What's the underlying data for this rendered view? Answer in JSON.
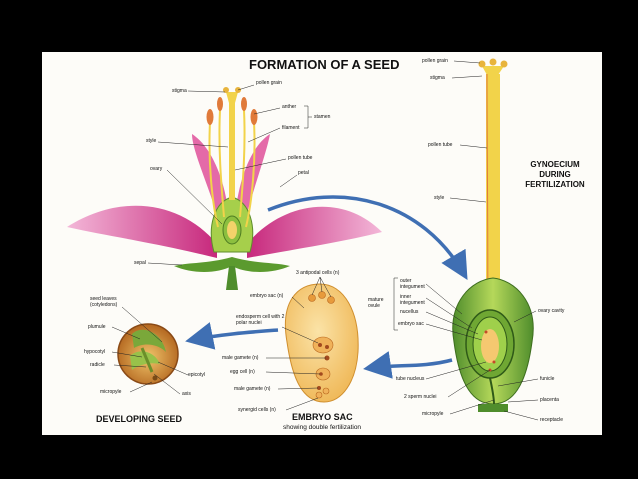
{
  "title": "FORMATION OF A SEED",
  "flower_labels": {
    "pollen_grain": "pollen grain",
    "stigma": "stigma",
    "anther": "anther",
    "filament": "filament",
    "stamen": "stamen",
    "style": "style",
    "pollen_tube": "pollen tube",
    "ovary": "ovary",
    "petal": "petal",
    "sepal": "sepal"
  },
  "gynoecium": {
    "heading_lines": [
      "GYNOECIUM",
      "DURING",
      "FERTILIZATION"
    ],
    "labels": {
      "pollen_grain": "pollen grain",
      "stigma": "stigma",
      "pollen_tube": "pollen tube",
      "style": "style",
      "outer_integument": "outer integument",
      "inner_integument": "inner integument",
      "mature_ovule": "mature ovule",
      "nucellus": "nucellus",
      "embryo_sac": "embryo sac",
      "ovary_cavity": "ovary cavity",
      "tube_nucleus": "tube nucleus",
      "sperm_nuclei": "2 sperm nuclei",
      "micropyle": "micropyle",
      "funicle": "funicle",
      "placenta": "placenta",
      "receptacle": "receptacle"
    }
  },
  "embryo_sac": {
    "heading": "EMBRYO SAC",
    "subheading": "showing double fertilization",
    "labels": {
      "antipodal": "3 antipodal cells (n)",
      "embryo_sac_n": "embryo sac (n)",
      "endosperm": "endosperm cell with 2 polar nuclei",
      "male_gamete_1": "male gamete (n)",
      "egg_cell": "egg cell (n)",
      "male_gamete_2": "male gamete (n)",
      "synergid": "synergid cells (n)"
    }
  },
  "developing_seed": {
    "heading": "DEVELOPING SEED",
    "labels": {
      "seed_leaves": "seed leaves (cotyledons)",
      "plumule": "plumule",
      "hypocotyl": "hypocotyl",
      "radicle": "radicle",
      "micropyle": "micropyle",
      "epicotyl": "epicotyl",
      "axis": "axis"
    }
  },
  "colors": {
    "background": "#000000",
    "slide": "#fdfcf8",
    "petal": "#d94a9a",
    "green": "#8aba3c",
    "style_yellow": "#f2d34a",
    "embryo_sac_fill": "#f6c86b",
    "arrow_blue": "#3f6fb3"
  }
}
